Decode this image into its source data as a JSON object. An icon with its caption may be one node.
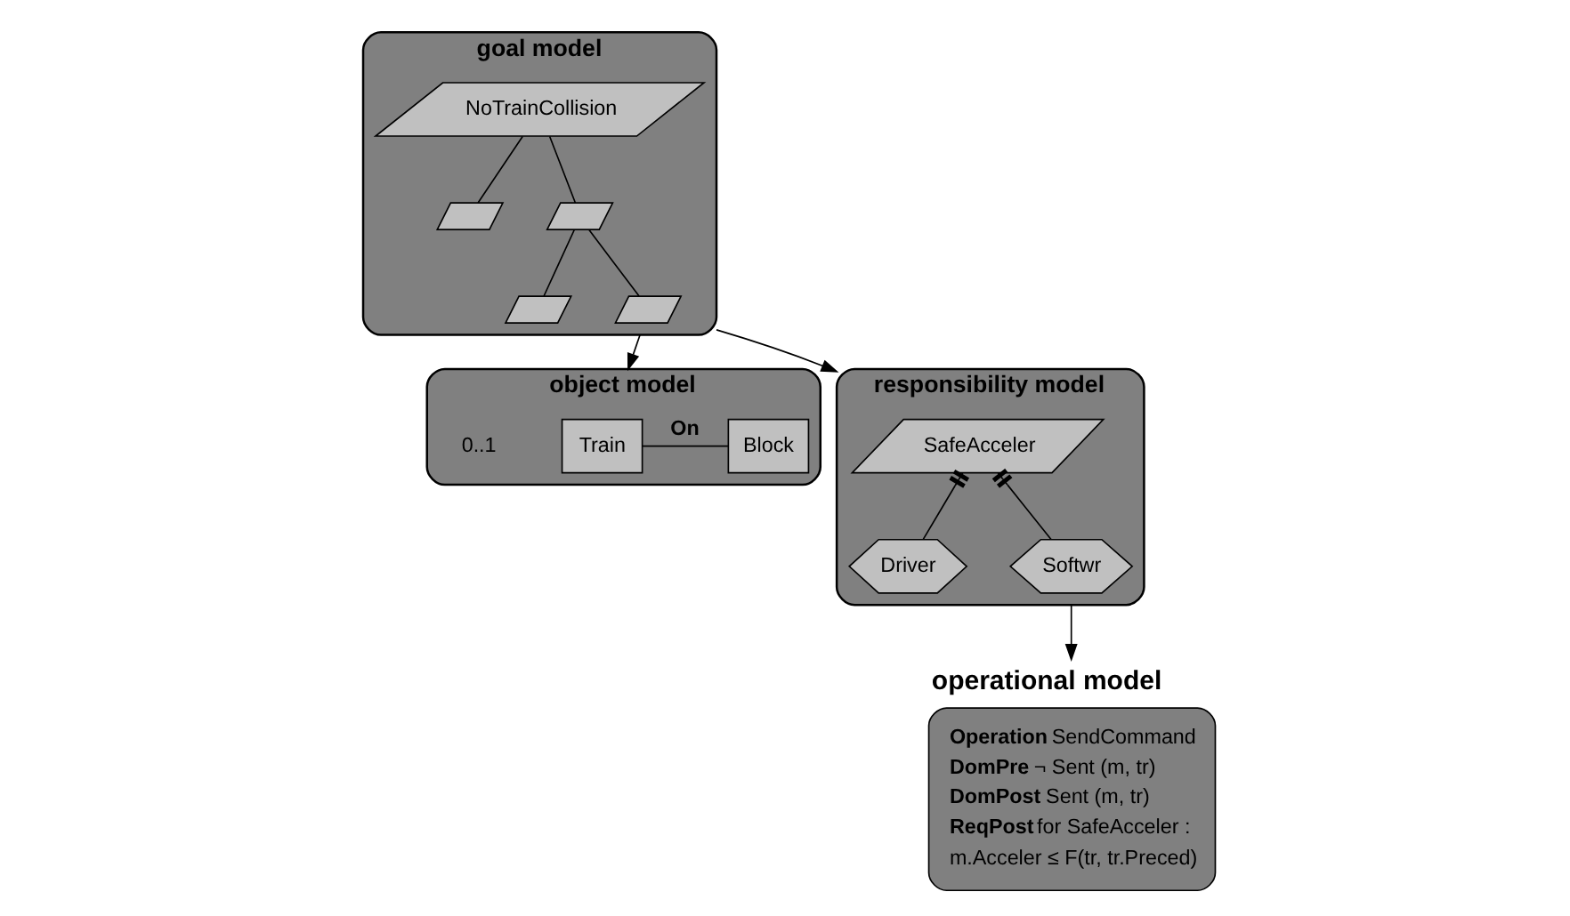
{
  "diagram": {
    "nodes": [
      {
        "text": [
          "goal model"
        ]
      },
      {
        "text": [
          "NoTrainCollision"
        ],
        "in": 0
      },
      {
        "text": [],
        "shape": "parallelogram",
        "in": 0
      },
      {
        "text": [],
        "shape": "parallelogram",
        "in": 0
      },
      {
        "text": [],
        "shape": "parallelogram",
        "in": 0
      },
      {
        "text": [],
        "shape": "parallelogram",
        "in": 0
      },
      {
        "text": [
          "object model"
        ]
      },
      {
        "text": [
          "Train"
        ],
        "in": 6
      },
      {
        "text": [
          "Block"
        ],
        "in": 6
      },
      {
        "text": [
          "responsibility model"
        ]
      },
      {
        "text": [
          "SafeAcceler"
        ],
        "in": 9
      },
      {
        "text": [
          "Driver"
        ],
        "in": 9
      },
      {
        "text": [
          "Softwr"
        ],
        "in": 9
      },
      {
        "text": [
          "operational model",
          "**Operation** SendCommand",
          "**DomPre** ¬ Sent (m, tr)",
          "**DomPost** Sent (m, tr)",
          "**ReqPost** for SafeAcceler :",
          "m.Acceler ≤ F(tr, tr.Preced)"
        ]
      }
    ],
    "edges": [
      {
        "from": 1,
        "to": 2,
        "arrow": "none"
      },
      {
        "from": 1,
        "to": 3,
        "arrow": "none"
      },
      {
        "from": 3,
        "to": 4,
        "arrow": "none"
      },
      {
        "from": 3,
        "to": 5,
        "arrow": "none"
      },
      {
        "from": 7,
        "to": 8,
        "arrow": "none",
        "label": "On"
      },
      {
        "from": 10,
        "to": 11,
        "arrow": "other"
      },
      {
        "from": 10,
        "to": 12,
        "arrow": "other"
      },
      {
        "from": 0,
        "to": 6,
        "arrow": "to"
      },
      {
        "from": 0,
        "to": 9,
        "arrow": "to"
      },
      {
        "from": 9,
        "to": 13,
        "arrow": "to"
      }
    ],
    "labels": [
      "0..1"
    ]
  }
}
